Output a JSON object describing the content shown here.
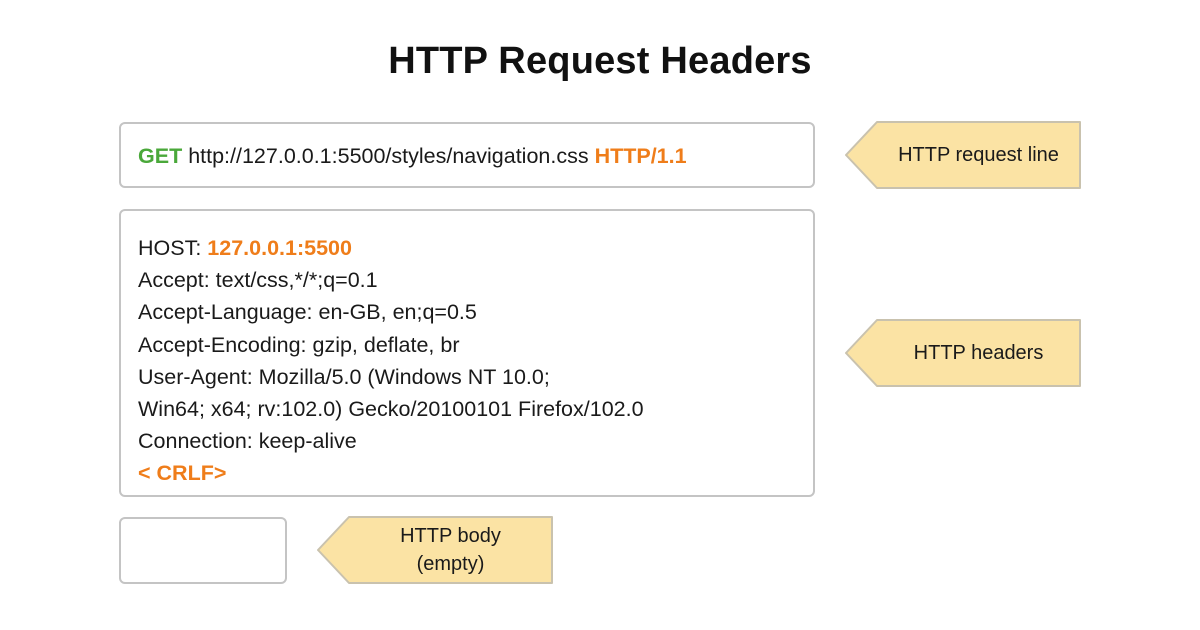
{
  "title": "HTTP Request Headers",
  "request_line": {
    "method": "GET",
    "url": "http://127.0.0.1:5500/styles/navigation.css",
    "version": "HTTP/1.1"
  },
  "headers": {
    "host_key": "HOST: ",
    "host_value": "127.0.0.1:5500",
    "lines": [
      "Accept: text/css,*/*;q=0.1",
      "Accept-Language: en-GB, en;q=0.5",
      "Accept-Encoding: gzip, deflate, br",
      "User-Agent: Mozilla/5.0 (Windows NT 10.0;",
      "Win64; x64; rv:102.0) Gecko/20100101 Firefox/102.0",
      "Connection: keep-alive"
    ],
    "terminator": "< CRLF>"
  },
  "body": {
    "content": ""
  },
  "callouts": {
    "request_line": "HTTP request line",
    "headers": "HTTP headers",
    "body_line1": "HTTP body",
    "body_line2": "(empty)"
  },
  "colors": {
    "method": "#4aa83a",
    "highlight": "#ef7d1a",
    "callout_fill": "#fbe3a4",
    "callout_border": "#c9c2ae",
    "box_border": "#c4c4c4"
  }
}
